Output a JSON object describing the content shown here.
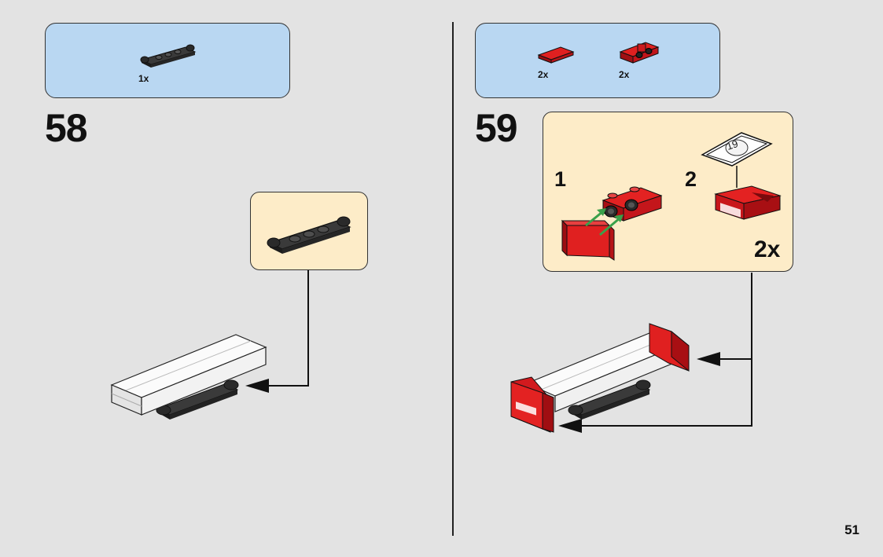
{
  "step_58": {
    "number": "58",
    "parts": [
      {
        "icon": "black-plate-with-clips-icon",
        "quantity": "1x"
      }
    ]
  },
  "step_59": {
    "number": "59",
    "parts": [
      {
        "icon": "red-tile-icon",
        "quantity": "2x"
      },
      {
        "icon": "red-bracket-icon",
        "quantity": "2x"
      }
    ],
    "substeps": [
      "1",
      "2"
    ],
    "sticker_number": "19",
    "multiplier": "2x"
  },
  "page_number": "51",
  "colors": {
    "background": "#e3e3e3",
    "parts_box": "#b9d7f2",
    "callout": "#fdecc8",
    "brick_red": "#d0161a",
    "brick_black": "#2b2b2b",
    "arrow_green": "#3aa04a"
  }
}
